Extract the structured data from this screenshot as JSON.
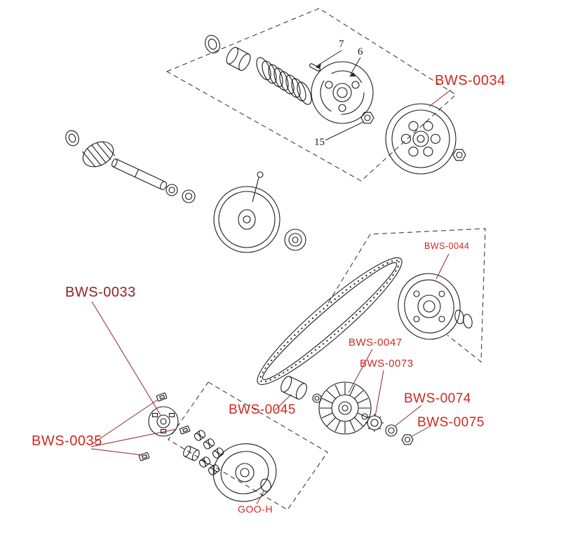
{
  "diagram": {
    "kind": "exploded-parts-diagram",
    "labels": {
      "bws0033": "BWS-0033",
      "bws0034": "BWS-0034",
      "bws0035": "BWS-0035",
      "bws0044": "BWS-0044",
      "bws0045": "BWS-0045",
      "bws0047": "BWS-0047",
      "bws0073": "BWS-0073",
      "bws0074": "BWS-0074",
      "bws0075": "BWS-0075",
      "gooh": "GOO-H"
    },
    "callouts": {
      "n7": "7",
      "n6": "6",
      "n15": "15"
    },
    "colors": {
      "label_red": "#d1281e",
      "label_dark_red": "#8c2420",
      "leader_line": "#8a2a24",
      "line": "#1a1a1a",
      "background": "#ffffff"
    }
  }
}
